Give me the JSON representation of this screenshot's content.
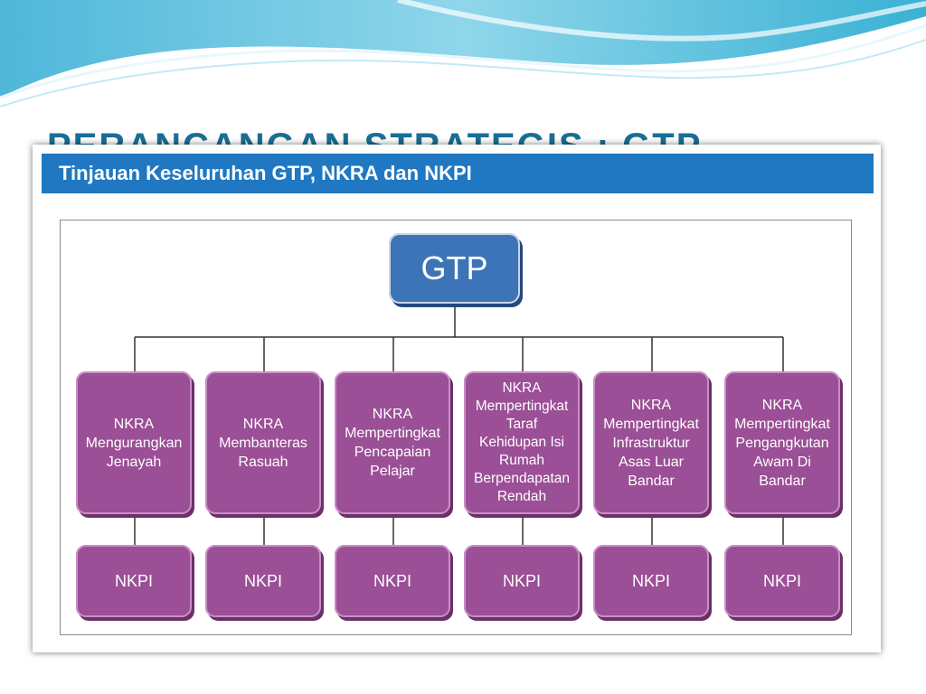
{
  "slide": {
    "title": "PERANCANGAN STRATEGIS : GTP",
    "colors": {
      "title": "#1a6f95",
      "header_bg": "#1f78c1",
      "gtp_fill": "#3d74b8",
      "nkra_fill": "#9b4f96"
    }
  },
  "panel": {
    "heading": "Tinjauan Keseluruhan GTP, NKRA dan NKPI"
  },
  "diagram": {
    "root": "GTP",
    "branches": [
      {
        "nkra": "NKRA\nMengurangkan\nJenayah",
        "nkpi": "NKPI"
      },
      {
        "nkra": "NKRA\nMembanteras\nRasuah",
        "nkpi": "NKPI"
      },
      {
        "nkra": "NKRA\nMempertingkat\nPencapaian\nPelajar",
        "nkpi": "NKPI"
      },
      {
        "nkra": "NKRA\nMempertingkat\nTaraf\nKehidupan Isi\nRumah\nBerpendapatan\nRendah",
        "nkpi": "NKPI"
      },
      {
        "nkra": "NKRA\nMempertingkat\nInfrastruktur\nAsas Luar\nBandar",
        "nkpi": "NKPI"
      },
      {
        "nkra": "NKRA\nMempertingkat\nPengangkutan\nAwam Di\nBandar",
        "nkpi": "NKPI"
      }
    ]
  }
}
